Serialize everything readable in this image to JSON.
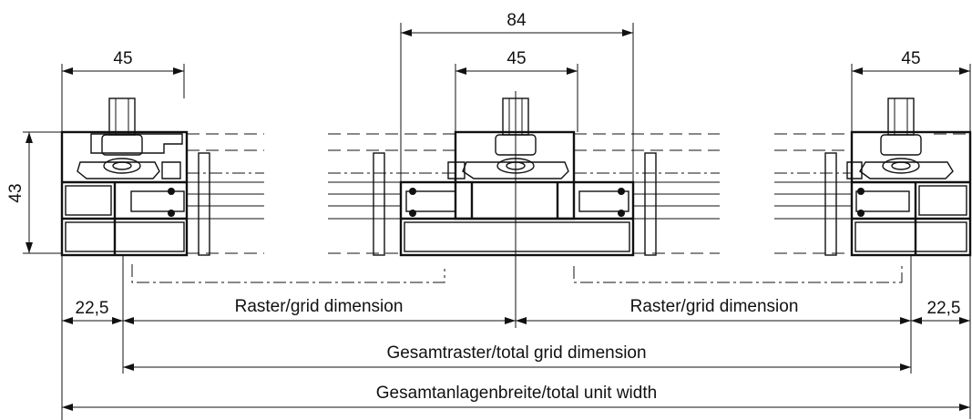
{
  "dimensions": {
    "top_center": "84",
    "profile_left": "45",
    "profile_center": "45",
    "profile_right": "45",
    "height": "43",
    "edge_left": "22,5",
    "edge_right": "22,5",
    "grid_left": "Raster/grid dimension",
    "grid_right": "Raster/grid dimension",
    "total_grid": "Gesamtraster/total grid dimension",
    "total_width": "Gesamtanlagenbreite/total unit width"
  }
}
